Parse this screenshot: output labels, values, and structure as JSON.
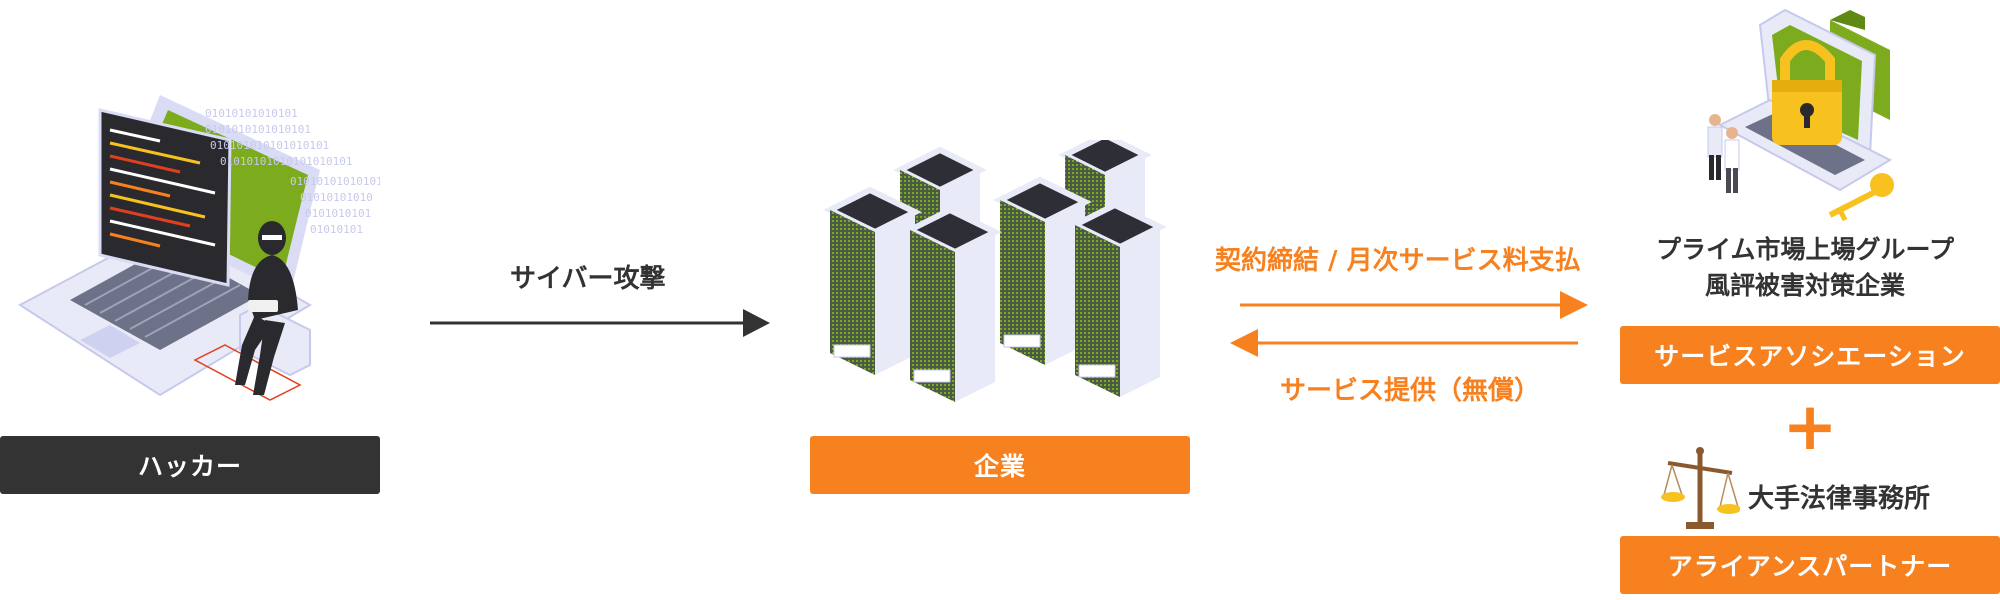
{
  "colors": {
    "accent": "#f7801f",
    "dark": "#333333",
    "green": "#7cac1e",
    "panel": "#dadcf5",
    "lock": "#f7c21f"
  },
  "hacker": {
    "label": "ハッカー",
    "binary": [
      "01010101010101",
      "0101010101010101",
      "010101010101010101",
      "01010101010101010101",
      "0101010101010101",
      "01010101010",
      "0101010101",
      "01010101"
    ]
  },
  "attack": {
    "label": "サイバー攻撃"
  },
  "company": {
    "label": "企業"
  },
  "contract": {
    "top_label": "契約締結 / 月次サービス料支払",
    "bottom_label": "サービス提供（無償）"
  },
  "provider": {
    "title_line1": "プライム市場上場グループ",
    "title_line2": "風評被害対策企業",
    "service_label": "サービスアソシエーション",
    "plus": "+",
    "law_firm": "大手法律事務所",
    "alliance_label": "アライアンスパートナー"
  }
}
